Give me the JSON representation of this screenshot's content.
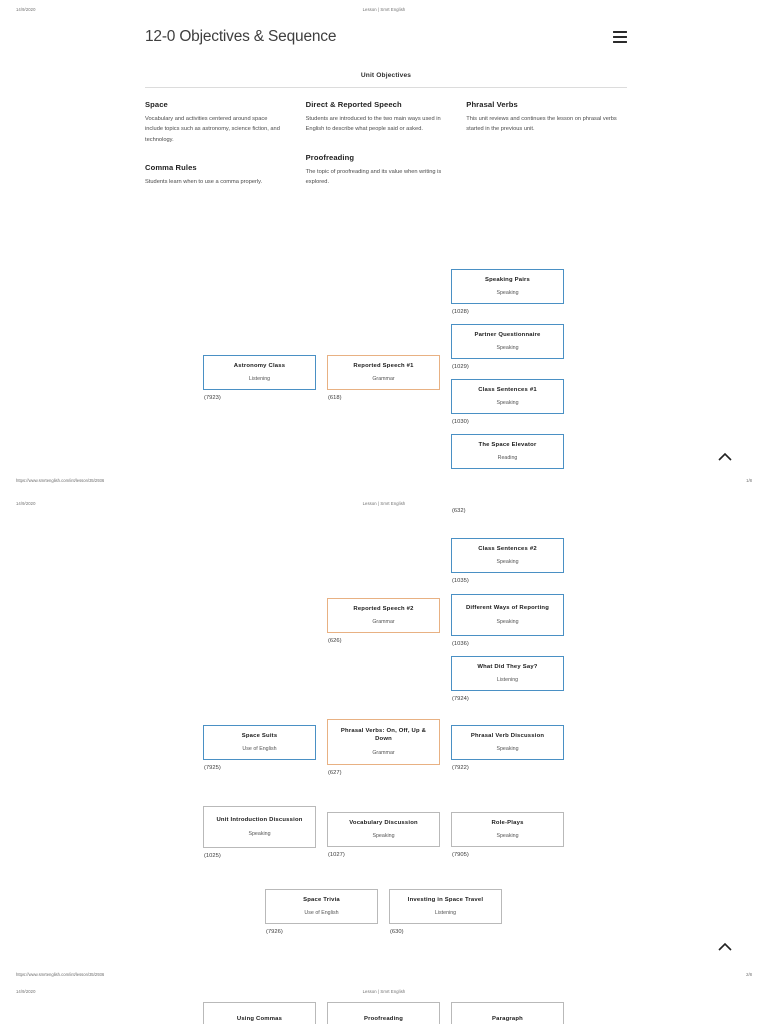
{
  "print": {
    "date": "14/9/2020",
    "site_title": "Lesson | Smrt English",
    "url": "https://www.smrtenglish.com/int/lesson/35/2936",
    "page_1_num": "1/8",
    "page_2_num": "2/8"
  },
  "header": {
    "title": "12-0 Objectives & Sequence",
    "menu_icon": "hamburger-icon"
  },
  "objectives": {
    "heading": "Unit Objectives",
    "columns": [
      {
        "entries": [
          {
            "term": "Space",
            "desc": "Vocabulary and activities centered around space include topics such as astronomy, science fiction, and technology."
          },
          {
            "term": "Comma Rules",
            "desc": "Students learn when to use a comma properly."
          }
        ]
      },
      {
        "entries": [
          {
            "term": "Direct & Reported Speech",
            "desc": "Students are introduced to the two main ways used in English to describe what people said or asked."
          },
          {
            "term": "Proofreading",
            "desc": "The topic of proofreading and its value when writing is explored."
          }
        ]
      },
      {
        "entries": [
          {
            "term": "Phrasal Verbs",
            "desc": "This unit reviews and continues the lesson on phrasal verbs started in the previous unit."
          }
        ]
      }
    ]
  },
  "sequence": {
    "cards": [
      {
        "title": "Speaking Pairs",
        "type": "Speaking",
        "id": "(1028)",
        "color": "blue"
      },
      {
        "title": "Astronomy Class",
        "type": "Listening",
        "id": "(7923)",
        "color": "blue"
      },
      {
        "title": "Reported Speech #1",
        "type": "Grammar",
        "id": "(618)",
        "color": "orange"
      },
      {
        "title": "Partner Questionnaire",
        "type": "Speaking",
        "id": "(1029)",
        "color": "blue"
      },
      {
        "title": "Class Sentences #1",
        "type": "Speaking",
        "id": "(1030)",
        "color": "blue"
      },
      {
        "title": "The Space Elevator",
        "type": "Reading",
        "id": "(632)",
        "color": "blue"
      },
      {
        "title": "Class Sentences #2",
        "type": "Speaking",
        "id": "(1035)",
        "color": "blue"
      },
      {
        "title": "Reported Speech #2",
        "type": "Grammar",
        "id": "(626)",
        "color": "orange"
      },
      {
        "title": "Different Ways of Reporting",
        "type": "Speaking",
        "id": "(1036)",
        "color": "blue"
      },
      {
        "title": "What Did They Say?",
        "type": "Listening",
        "id": "(7924)",
        "color": "blue"
      },
      {
        "title": "Space Suits",
        "type": "Use of English",
        "id": "(7925)",
        "color": "blue"
      },
      {
        "title": "Phrasal Verbs: On, Off, Up & Down",
        "type": "Grammar",
        "id": "(627)",
        "color": "orange"
      },
      {
        "title": "Phrasal Verb Discussion",
        "type": "Speaking",
        "id": "(7922)",
        "color": "blue"
      },
      {
        "title": "Unit Introduction Discussion",
        "type": "Speaking",
        "id": "(1025)",
        "color": "gray"
      },
      {
        "title": "Vocabulary Discussion",
        "type": "Speaking",
        "id": "(1027)",
        "color": "gray"
      },
      {
        "title": "Role-Plays",
        "type": "Speaking",
        "id": "(7905)",
        "color": "gray"
      },
      {
        "title": "Space Trivia",
        "type": "Use of English",
        "id": "(7926)",
        "color": "gray"
      },
      {
        "title": "Investing in Space Travel",
        "type": "Listening",
        "id": "(630)",
        "color": "gray"
      },
      {
        "title": "Using Commas",
        "type": "",
        "id": "",
        "color": "gray"
      },
      {
        "title": "Proofreading",
        "type": "",
        "id": "",
        "color": "gray"
      },
      {
        "title": "Paragraph",
        "type": "",
        "id": "",
        "color": "gray"
      }
    ]
  },
  "controls": {
    "scroll_top_icon": "chevron-up-icon"
  }
}
